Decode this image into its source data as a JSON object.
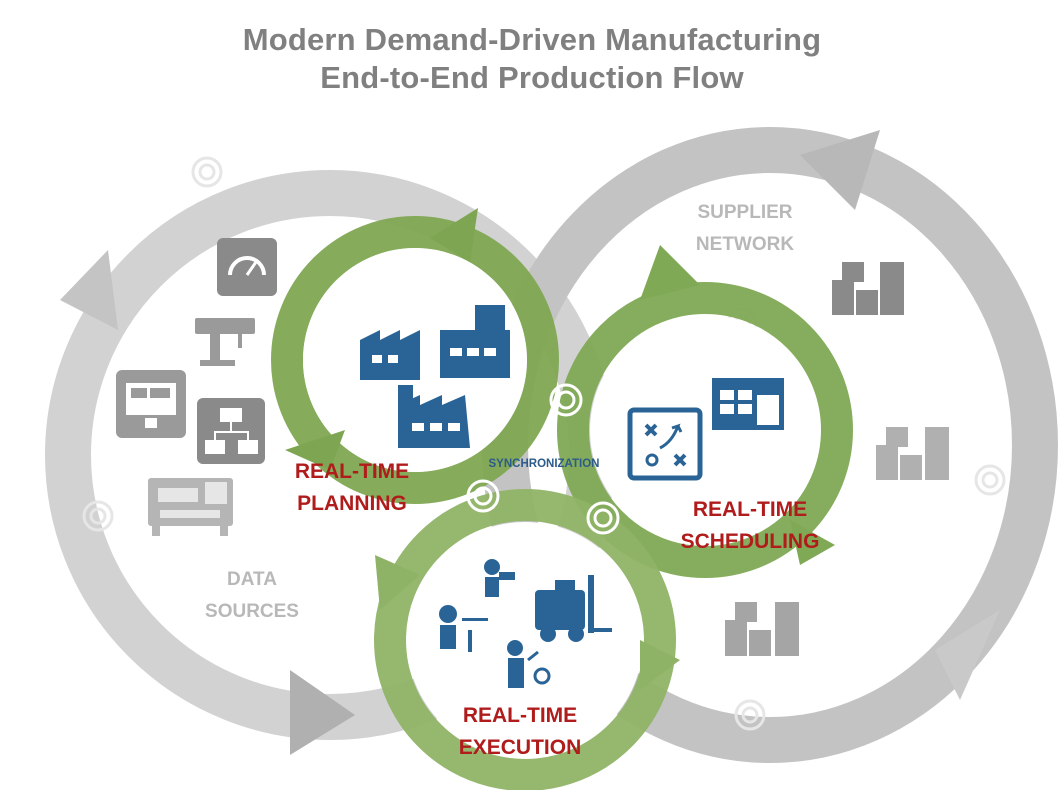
{
  "title": {
    "line1": "Modern Demand-Driven Manufacturing",
    "line2": "End-to-End Production Flow"
  },
  "labels": {
    "planning": [
      "REAL-TIME",
      "PLANNING"
    ],
    "scheduling": [
      "REAL-TIME",
      "SCHEDULING"
    ],
    "execution": [
      "REAL-TIME",
      "EXECUTION"
    ],
    "data_sources": [
      "DATA",
      "SOURCES"
    ],
    "supplier_network": [
      "SUPPLIER",
      "NETWORK"
    ],
    "synchronization": "SYNCHRONIZATION"
  },
  "colors": {
    "green_ring": "#7fa954",
    "grey_ring": "#cfcfcf",
    "grey_ring_dark": "#bdbdbd",
    "icon_blue": "#2a6496",
    "icon_grey": "#8c8c8c",
    "label_red": "#b01c1c",
    "title_grey": "#808080"
  },
  "icons": [
    "factory-icon",
    "gauge-icon",
    "machine-icon",
    "monitor-icon",
    "network-icon",
    "printer-icon",
    "city-icon",
    "strategy-board-icon",
    "warehouse-icon",
    "worker-icon",
    "forklift-icon"
  ]
}
